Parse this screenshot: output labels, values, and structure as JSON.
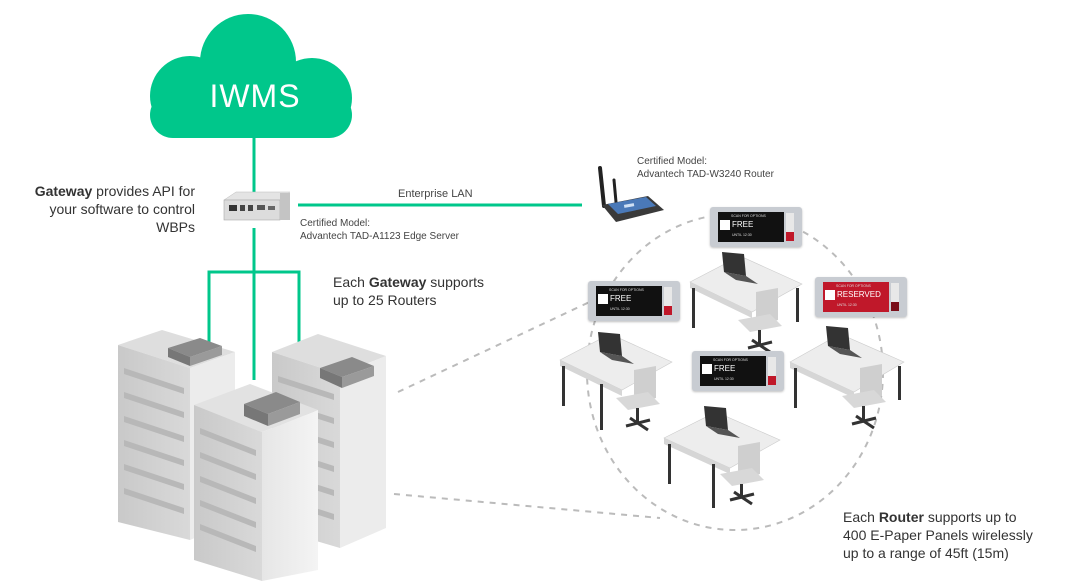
{
  "cloud": {
    "label": "IWMS",
    "color": "#00c78b"
  },
  "lines": {
    "color": "#00c78b",
    "dashed_color": "#bbbbbb"
  },
  "gateway": {
    "desc_bold": "Gateway",
    "desc_rest_1": " provides API for",
    "desc_line_2": "your software to control",
    "desc_line_3": "WBPs",
    "model_label": "Certified Model:",
    "model_name": "Advantech TAD-A1123 Edge Server"
  },
  "lan": {
    "label": "Enterprise LAN"
  },
  "router": {
    "model_label": "Certified Model:",
    "model_name": "Advantech TAD-W3240 Router"
  },
  "gateway_capacity": {
    "prefix": "Each ",
    "bold": "Gateway",
    "rest_1": " supports",
    "line_2": "up to 25 Routers"
  },
  "router_capacity": {
    "prefix": "Each ",
    "bold": "Router",
    "rest_1": " supports up to",
    "line_2": "400 E-Paper Panels wirelessly",
    "line_3": "up to a range of 45ft (15m)"
  },
  "panels": [
    {
      "top": "SCAN FOR OPTIONS",
      "status": "FREE",
      "until": "UNTIL 12:30"
    },
    {
      "top": "SCAN FOR OPTIONS",
      "status": "FREE",
      "until": "UNTIL 12:30"
    },
    {
      "top": "SCAN FOR OPTIONS",
      "status": "RESERVED",
      "until": "UNTIL 12:30"
    },
    {
      "top": "SCAN FOR OPTIONS",
      "status": "FREE",
      "until": "UNTIL 12:30"
    }
  ],
  "icons": [
    "cloud-icon",
    "edge-server-icon",
    "router-icon",
    "building-icon",
    "desk-icon",
    "laptop-icon",
    "chair-icon",
    "e-paper-panel-icon"
  ]
}
